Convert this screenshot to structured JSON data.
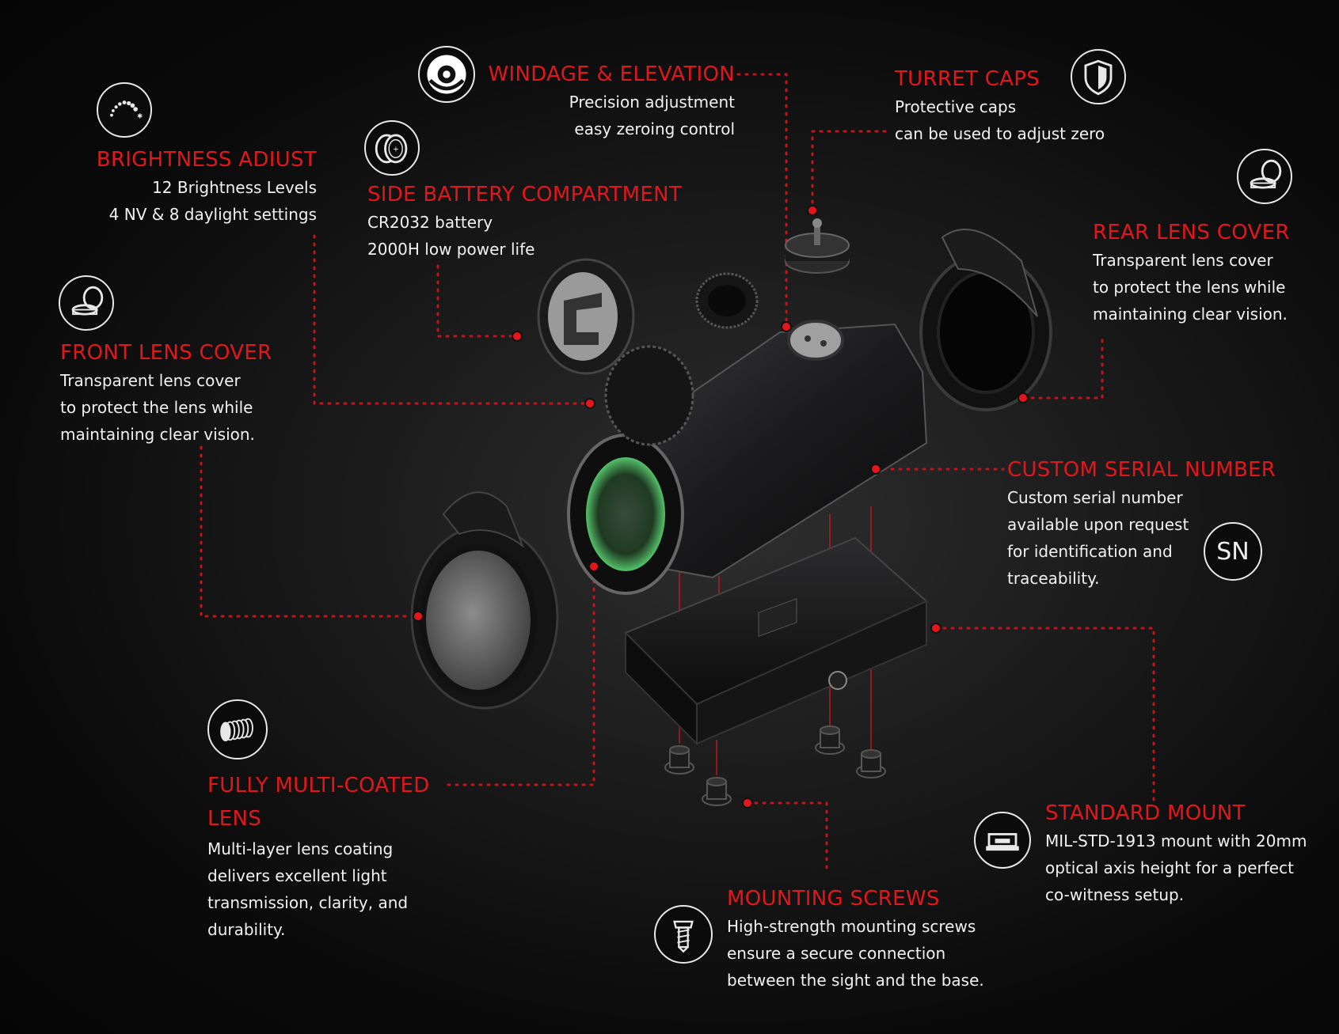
{
  "accent_color": "#e3161b",
  "features": {
    "brightness": {
      "title": "BRIGHTNESS ADIUST",
      "lines": [
        "12 Brightness Levels",
        "4 NV & 8 daylight settings"
      ],
      "icon": "brightness-dial-icon"
    },
    "windage": {
      "title": "WINDAGE & ELEVATION",
      "lines": [
        "Precision adjustment",
        "easy zeroing control"
      ],
      "icon": "turret-dial-icon"
    },
    "battery": {
      "title": "SIDE BATTERY COMPARTMENT",
      "lines": [
        "CR2032 battery",
        "2000H low power life"
      ],
      "icon": "coin-battery-icon"
    },
    "turret_caps": {
      "title": "TURRET CAPS",
      "lines": [
        "Protective caps",
        "can be used to adjust zero"
      ],
      "icon": "shield-icon"
    },
    "rear_cover": {
      "title": "REAR LENS COVER",
      "lines": [
        "Transparent lens cover",
        "to protect the lens while",
        "maintaining clear vision."
      ],
      "icon": "flip-cover-icon"
    },
    "front_cover": {
      "title": "FRONT LENS COVER",
      "lines": [
        "Transparent lens cover",
        "to protect the lens while",
        "maintaining clear vision."
      ],
      "icon": "flip-cover-icon"
    },
    "serial": {
      "title": "CUSTOM SERIAL NUMBER",
      "lines": [
        "Custom serial number",
        "available upon request",
        "for identification and",
        "traceability."
      ],
      "icon_text": "SN"
    },
    "lens": {
      "title_line1": "FULLY MULTI-COATED",
      "title_line2": "LENS",
      "lines": [
        "Multi-layer lens coating",
        "delivers excellent light",
        "transmission, clarity, and",
        "durability."
      ],
      "icon": "lens-layers-icon"
    },
    "mount": {
      "title": "STANDARD MOUNT",
      "lines": [
        "MIL-STD-1913 mount with 20mm",
        "optical axis height for a perfect",
        "co-witness setup."
      ],
      "icon": "rail-mount-icon"
    },
    "screws": {
      "title": "MOUNTING SCREWS",
      "lines": [
        "High-strength mounting screws",
        "ensure a secure connection",
        "between the sight and the base."
      ],
      "icon": "screw-icon"
    }
  }
}
